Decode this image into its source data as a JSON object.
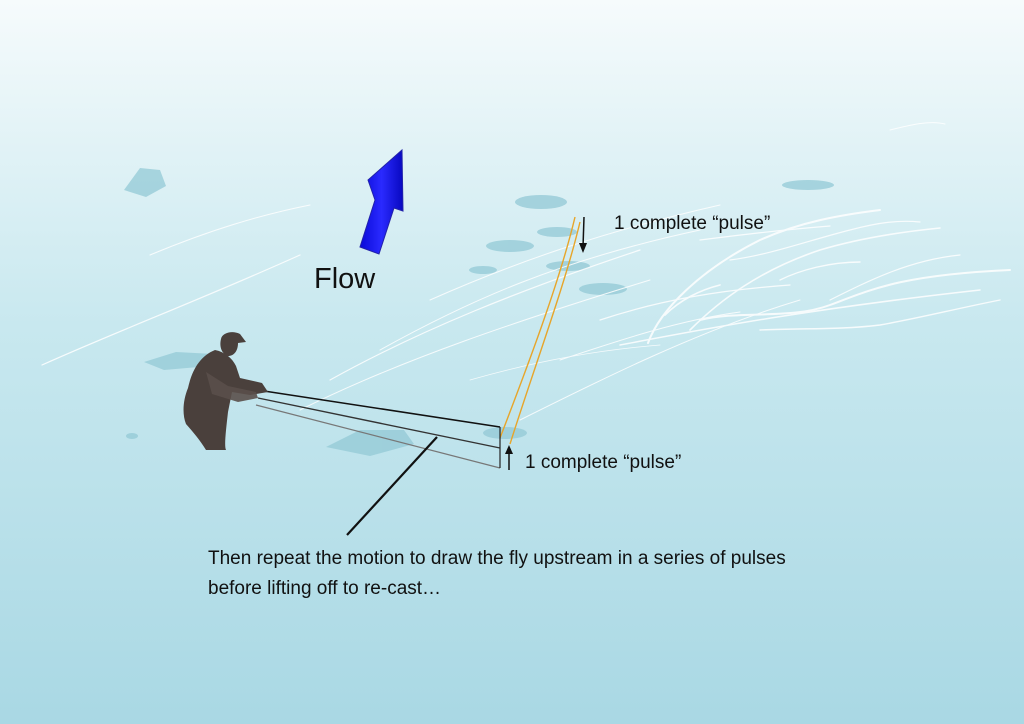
{
  "flow_label": "Flow",
  "pulse_top_label": "1 complete “pulse”",
  "pulse_bottom_label": "1 complete “pulse”",
  "caption_line_1": "Then repeat the motion to draw the fly upstream in a series of pulses",
  "caption_line_2": "before lifting off to re-cast…",
  "colors": {
    "water_top": "#f6fbfc",
    "water_bottom": "#a9d8e4",
    "arrow": "#1010ee",
    "line": "#e7a52a",
    "angler": "#4a403c"
  }
}
